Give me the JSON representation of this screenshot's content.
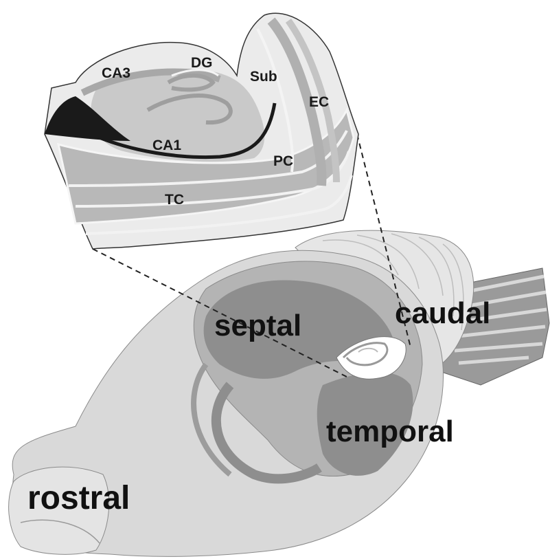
{
  "inset_labels": {
    "ca3": "CA3",
    "dg": "DG",
    "sub": "Sub",
    "ec": "EC",
    "ca1": "CA1",
    "pc": "PC",
    "tc": "TC"
  },
  "brain_labels": {
    "septal": "septal",
    "caudal": "caudal",
    "temporal": "temporal",
    "rostral": "rostral"
  },
  "colors": {
    "background": "#ffffff",
    "brain_light": "#d6d6d6",
    "brain_mid": "#a9a9a9",
    "brain_dark": "#8a8a8a",
    "pyramidal_layer": "#1a1a1a",
    "outline": "#333333"
  }
}
